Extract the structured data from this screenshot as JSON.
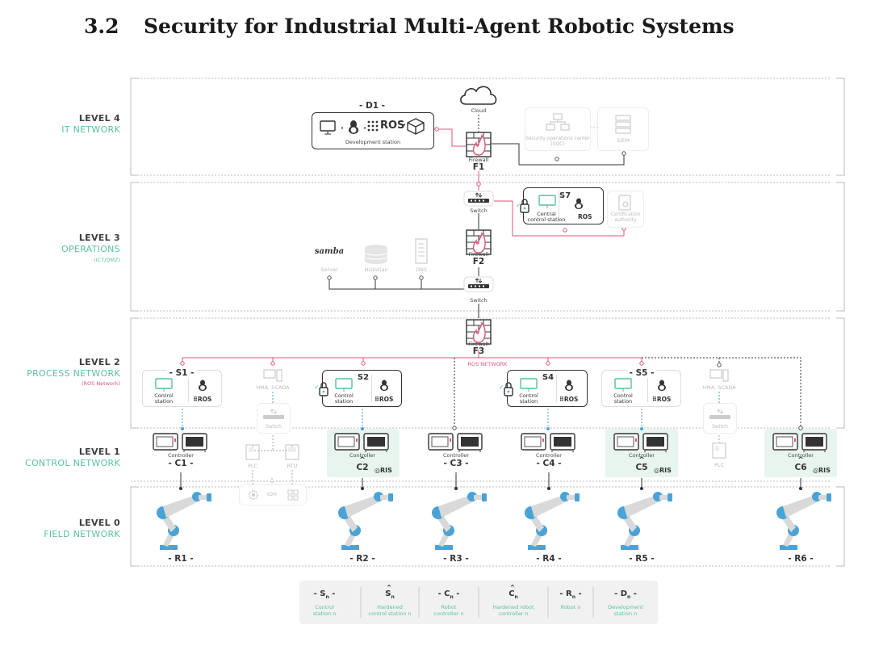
{
  "section": {
    "number": "3.2",
    "title": "Security for Industrial Multi-Agent Robotic Systems"
  },
  "levels": [
    {
      "name": "LEVEL 4",
      "subtitle": "IT NETWORK",
      "note": ""
    },
    {
      "name": "LEVEL 3",
      "subtitle": "OPERATIONS",
      "note": "(ICT/DMZ)"
    },
    {
      "name": "LEVEL 2",
      "subtitle": "PROCESS NETWORK",
      "note": "(ROS Network)"
    },
    {
      "name": "LEVEL 1",
      "subtitle": "CONTROL NETWORK",
      "note": ""
    },
    {
      "name": "LEVEL 0",
      "subtitle": "FIELD NETWORK",
      "note": ""
    }
  ],
  "level4": {
    "dev_station": {
      "id": "- D1 -",
      "label": "Development station",
      "ros": "ROS"
    },
    "cloud": "Cloud",
    "firewall": {
      "label": "Firewall",
      "id": "F1"
    },
    "soc": "Security operations center (SOC)",
    "siem": "SIEM"
  },
  "level3": {
    "switch_top": "Switch",
    "central": {
      "id": "S7",
      "label_line1": "Central",
      "label_line2": "control station",
      "ros": "ROS"
    },
    "ca": {
      "line1": "Certification",
      "line2": "authority"
    },
    "firewall": {
      "label": "Firewall",
      "id": "F2"
    },
    "samba": "samba",
    "server": "Server",
    "historian": "Historian",
    "dns": "DNS",
    "switch_bottom": "Switch"
  },
  "level2": {
    "firewall": {
      "label": "Firewall",
      "id": "F3"
    },
    "ros_network": "ROS NETWORK",
    "stations": [
      {
        "id": "S1",
        "line1": "Control",
        "line2": "station",
        "ros": "ROS"
      },
      {
        "id": "S2",
        "line1": "Control",
        "line2": "station",
        "ros": "ROS"
      },
      {
        "id": "S4",
        "line1": "Control",
        "line2": "station",
        "ros": "ROS"
      },
      {
        "id": "S5",
        "line1": "Control",
        "line2": "station",
        "ros": "ROS"
      }
    ],
    "hmi_left": "HMA, SCADA",
    "hmi_right": "HMA, SCADA",
    "switch_left": "Switch",
    "switch_right": "Switch"
  },
  "level1": {
    "controllers": [
      {
        "label": "Controller",
        "id": "- C1 -",
        "ris": ""
      },
      {
        "label": "Controller",
        "id": "C2",
        "ris": "RIS"
      },
      {
        "label": "Controller",
        "id": "- C3 -",
        "ris": ""
      },
      {
        "label": "Controller",
        "id": "- C4 -",
        "ris": ""
      },
      {
        "label": "Controller",
        "id": "C5",
        "ris": "RIS"
      },
      {
        "label": "Controller",
        "id": "C6",
        "ris": "RIS"
      }
    ],
    "plc_left": "PLC",
    "rtu": "RTU",
    "plc_right": "PLC",
    "field_devices": [
      "",
      "IOH",
      ""
    ]
  },
  "level0": {
    "robots": [
      "- R1 -",
      "- R2 -",
      "- R3 -",
      "- R4 -",
      "- R5 -",
      "- R6 -"
    ]
  },
  "legend": [
    {
      "symbol": "- S",
      "sub": "n",
      "suffix": " -",
      "hat": false,
      "line1": "Control",
      "line2": "station n"
    },
    {
      "symbol": "S",
      "sub": "n",
      "suffix": "",
      "hat": true,
      "line1": "Hardened",
      "line2": "control station n"
    },
    {
      "symbol": "- C",
      "sub": "n",
      "suffix": " -",
      "hat": false,
      "line1": "Robot",
      "line2": "controller n"
    },
    {
      "symbol": "C",
      "sub": "n",
      "suffix": "",
      "hat": true,
      "line1": "Hardened robot",
      "line2": "controller n"
    },
    {
      "symbol": "- R",
      "sub": "n",
      "suffix": " -",
      "hat": false,
      "line1": "Robot n",
      "line2": ""
    },
    {
      "symbol": "- D",
      "sub": "n",
      "suffix": " -",
      "hat": false,
      "line1": "Development",
      "line2": "station n"
    }
  ],
  "colors": {
    "teal": "#5bbfa5",
    "pink": "#e0557a",
    "highlight": "#e8f5ee",
    "robot_blue": "#4aa3d6",
    "dark": "#333333",
    "faded": "#cccccc"
  }
}
